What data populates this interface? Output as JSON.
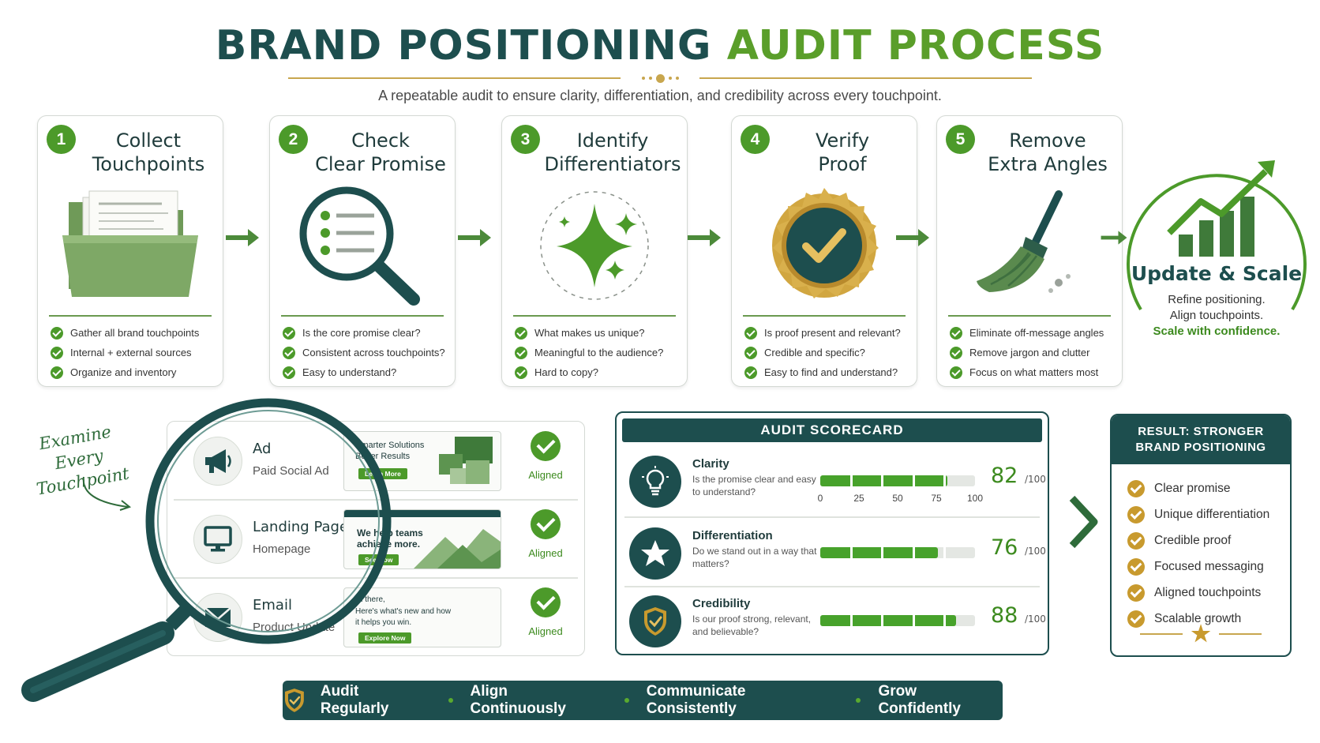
{
  "header": {
    "title_dark": "BRAND POSITIONING",
    "title_green": "AUDIT PROCESS",
    "subtitle": "A repeatable audit to ensure clarity, differentiation, and credibility across every touchpoint."
  },
  "steps": [
    {
      "num": "1",
      "title_line1": "Collect",
      "title_line2": "Touchpoints",
      "icon": "folder-icon",
      "checks": [
        "Gather all brand touchpoints",
        "Internal + external sources",
        "Organize and inventory"
      ]
    },
    {
      "num": "2",
      "title_line1": "Check",
      "title_line2": "Clear Promise",
      "icon": "magnifier-list-icon",
      "checks": [
        "Is the core promise clear?",
        "Consistent across touchpoints?",
        "Easy to understand?"
      ]
    },
    {
      "num": "3",
      "title_line1": "Identify",
      "title_line2": "Differentiators",
      "icon": "sparkle-icon",
      "checks": [
        "What makes us unique?",
        "Meaningful to the audience?",
        "Hard to copy?"
      ]
    },
    {
      "num": "4",
      "title_line1": "Verify",
      "title_line2": "Proof",
      "icon": "badge-check-icon",
      "checks": [
        "Is proof present and relevant?",
        "Credible and specific?",
        "Easy to find and understand?"
      ]
    },
    {
      "num": "5",
      "title_line1": "Remove",
      "title_line2": "Extra Angles",
      "icon": "broom-icon",
      "checks": [
        "Eliminate off-message angles",
        "Remove jargon and clutter",
        "Focus on what matters most"
      ]
    }
  ],
  "final_step": {
    "title": "Update & Scale",
    "line1": "Refine positioning.",
    "line2": "Align touchpoints.",
    "line3": "Scale with confidence.",
    "icon": "growth-chart-icon"
  },
  "examine": {
    "line1": "Examine",
    "line2": "Every Touchpoint"
  },
  "touchpoints": [
    {
      "label": "Ad",
      "sub": "Paid Social Ad",
      "icon": "megaphone-icon",
      "preview_line1": "Smarter Solutions",
      "preview_line2": "Better Results",
      "preview_button": "Learn More",
      "status": "Aligned"
    },
    {
      "label": "Landing Page",
      "sub": "Homepage",
      "icon": "monitor-icon",
      "preview_line1": "We help teams",
      "preview_line2": "achieve more.",
      "preview_button": "See How",
      "status": "Aligned"
    },
    {
      "label": "Email",
      "sub": "Product Update",
      "icon": "envelope-icon",
      "preview_line1": "Hi there,",
      "preview_line2": "Here's what's new and how",
      "preview_line3": "it helps you win.",
      "preview_button": "Explore Now",
      "status": "Aligned"
    }
  ],
  "scorecard": {
    "title": "AUDIT SCORECARD",
    "out_of": "/100",
    "ticks": [
      "0",
      "25",
      "50",
      "75",
      "100"
    ],
    "rows": [
      {
        "name": "Clarity",
        "desc": "Is the promise clear and easy to understand?",
        "score": 82,
        "score_text": "82",
        "icon": "lightbulb-icon"
      },
      {
        "name": "Differentiation",
        "desc": "Do we stand out in a way that matters?",
        "score": 76,
        "score_text": "76",
        "icon": "star-icon"
      },
      {
        "name": "Credibility",
        "desc": "Is our proof strong, relevant, and believable?",
        "score": 88,
        "score_text": "88",
        "icon": "shield-check-icon"
      }
    ]
  },
  "result": {
    "title_line1": "RESULT: STRONGER",
    "title_line2": "BRAND POSITIONING",
    "items": [
      "Clear promise",
      "Unique differentiation",
      "Credible proof",
      "Focused messaging",
      "Aligned touchpoints",
      "Scalable growth"
    ]
  },
  "footer": {
    "items": [
      "Audit Regularly",
      "Align Continuously",
      "Communicate Consistently",
      "Grow Confidently"
    ]
  },
  "colors": {
    "dark_teal": "#1d4e4e",
    "green": "#4c9a2a",
    "gold": "#c89a2e",
    "title_green": "#5a9e2a"
  }
}
